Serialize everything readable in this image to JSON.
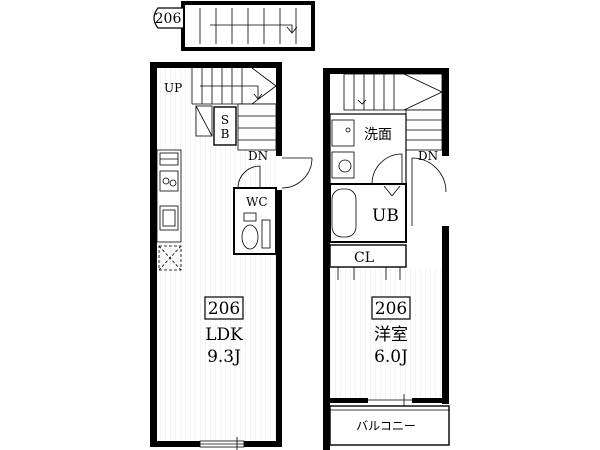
{
  "top_tag": "206",
  "ldk_unit": "206",
  "ldk_name": "LDK",
  "ldk_area": "9.3J",
  "west_unit": "206",
  "west_name": "洋室",
  "west_area": "6.0J",
  "up_label": "UP",
  "sb_s": "S",
  "sb_b": "B",
  "dn_left": "DN",
  "dn_right": "DN",
  "wc_label": "WC",
  "washroom_label": "洗面",
  "ub_label": "UB",
  "cl_label": "CL",
  "balcony_label": "バルコニー",
  "colors": {
    "wall": "#000000",
    "floor_lines": "#d9d9d9",
    "background": "#ffffff"
  }
}
